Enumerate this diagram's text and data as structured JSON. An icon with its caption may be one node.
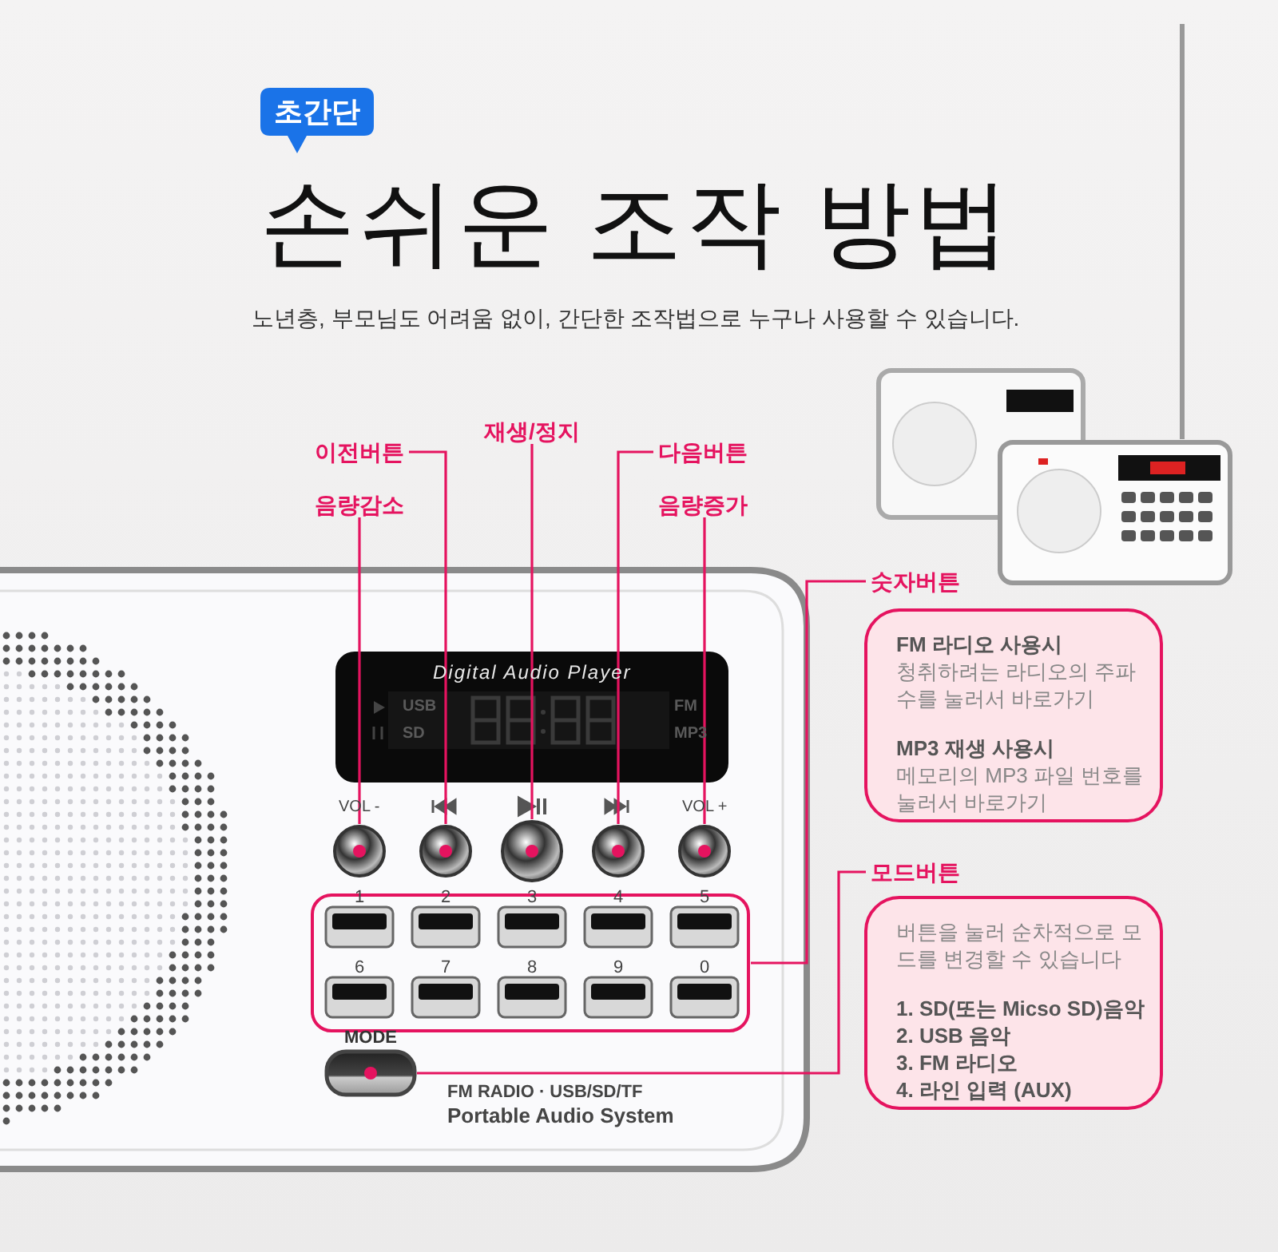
{
  "diagram": {
    "title": "손쉬운 조작 방법",
    "nodes": [
      {
        "text": [
          "초간단"
        ]
      },
      {
        "text": [
          "이전버튼"
        ]
      },
      {
        "text": [
          "재생/정지"
        ]
      },
      {
        "text": [
          "다음버튼"
        ]
      },
      {
        "text": [
          "음량감소"
        ]
      },
      {
        "text": [
          "음량증가"
        ]
      },
      {
        "text": [
          "숫자버튼"
        ]
      },
      {
        "text": [
          "FM 라디오 사용시",
          "청취하려는 라디오의 주파수를 눌러서 바로가기",
          "MP3 재생 사용시",
          "메모리의 MP3 파일 번호를 눌러서 바로가기"
        ]
      },
      {
        "text": [
          "모드버튼"
        ]
      },
      {
        "text": [
          "버튼을 눌러 순차적으로 모드를 변경할 수 있습니다",
          "1. SD(또는 Micso SD)음악",
          "2. USB 음악",
          "3. FM 라디오",
          "4. 라인 입력 (AUX)"
        ]
      },
      {
        "text": [],
        "shape": "circle"
      },
      {
        "text": [],
        "shape": "circle"
      },
      {
        "text": [],
        "shape": "circle"
      },
      {
        "text": [],
        "shape": "circle"
      },
      {
        "text": [],
        "shape": "circle"
      },
      {
        "text": [],
        "shape": "box"
      },
      {
        "text": [],
        "shape": "box"
      }
    ],
    "edges": [
      {
        "from": 1,
        "to": 11,
        "arrow": "none"
      },
      {
        "from": 2,
        "to": 12,
        "arrow": "none"
      },
      {
        "from": 3,
        "to": 13,
        "arrow": "none"
      },
      {
        "from": 4,
        "to": 10,
        "arrow": "none"
      },
      {
        "from": 5,
        "to": 14,
        "arrow": "none"
      },
      {
        "from": 6,
        "to": 15,
        "arrow": "none"
      },
      {
        "from": 8,
        "to": 16,
        "arrow": "none"
      }
    ],
    "labels": [
      "노년층, 부모님도 어려움 없이, 간단한 조작법으로 누구나 사용할 수 있습니다.",
      "Digital Audio Player",
      "USB",
      "FM",
      "SD",
      "MP3",
      "VOL -",
      "VOL +",
      "1",
      "2",
      "3",
      "4",
      "5",
      "6",
      "7",
      "8",
      "9",
      "0",
      "MODE",
      "FM RADIO · USB/SD/TF",
      "Portable Audio System"
    ]
  }
}
